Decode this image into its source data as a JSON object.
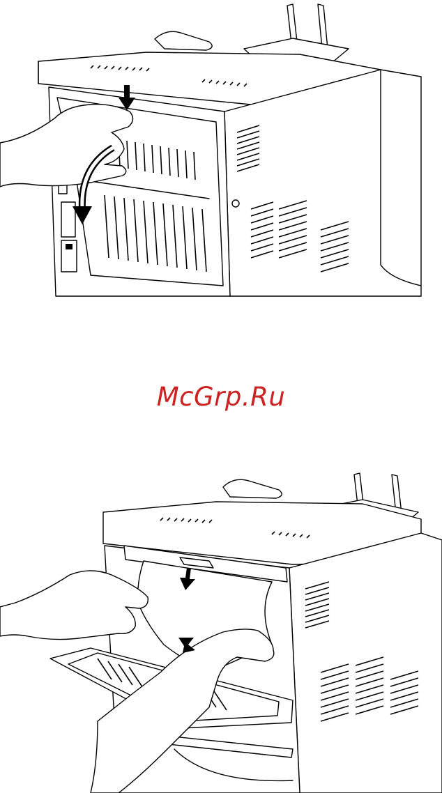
{
  "watermark": {
    "text": "McGrp.Ru"
  },
  "figures": [
    {
      "name": "figure-open-back-cover",
      "icons": [
        "hand-icon",
        "down-arrow-icon",
        "curved-arrow-icon"
      ]
    },
    {
      "name": "figure-pull-out-jammed-paper",
      "icons": [
        "hand-icon",
        "down-arrow-icon",
        "paper-sheet-icon"
      ]
    }
  ],
  "colors": {
    "watermark": "#cc2222",
    "line": "#000000",
    "background": "#ffffff"
  }
}
